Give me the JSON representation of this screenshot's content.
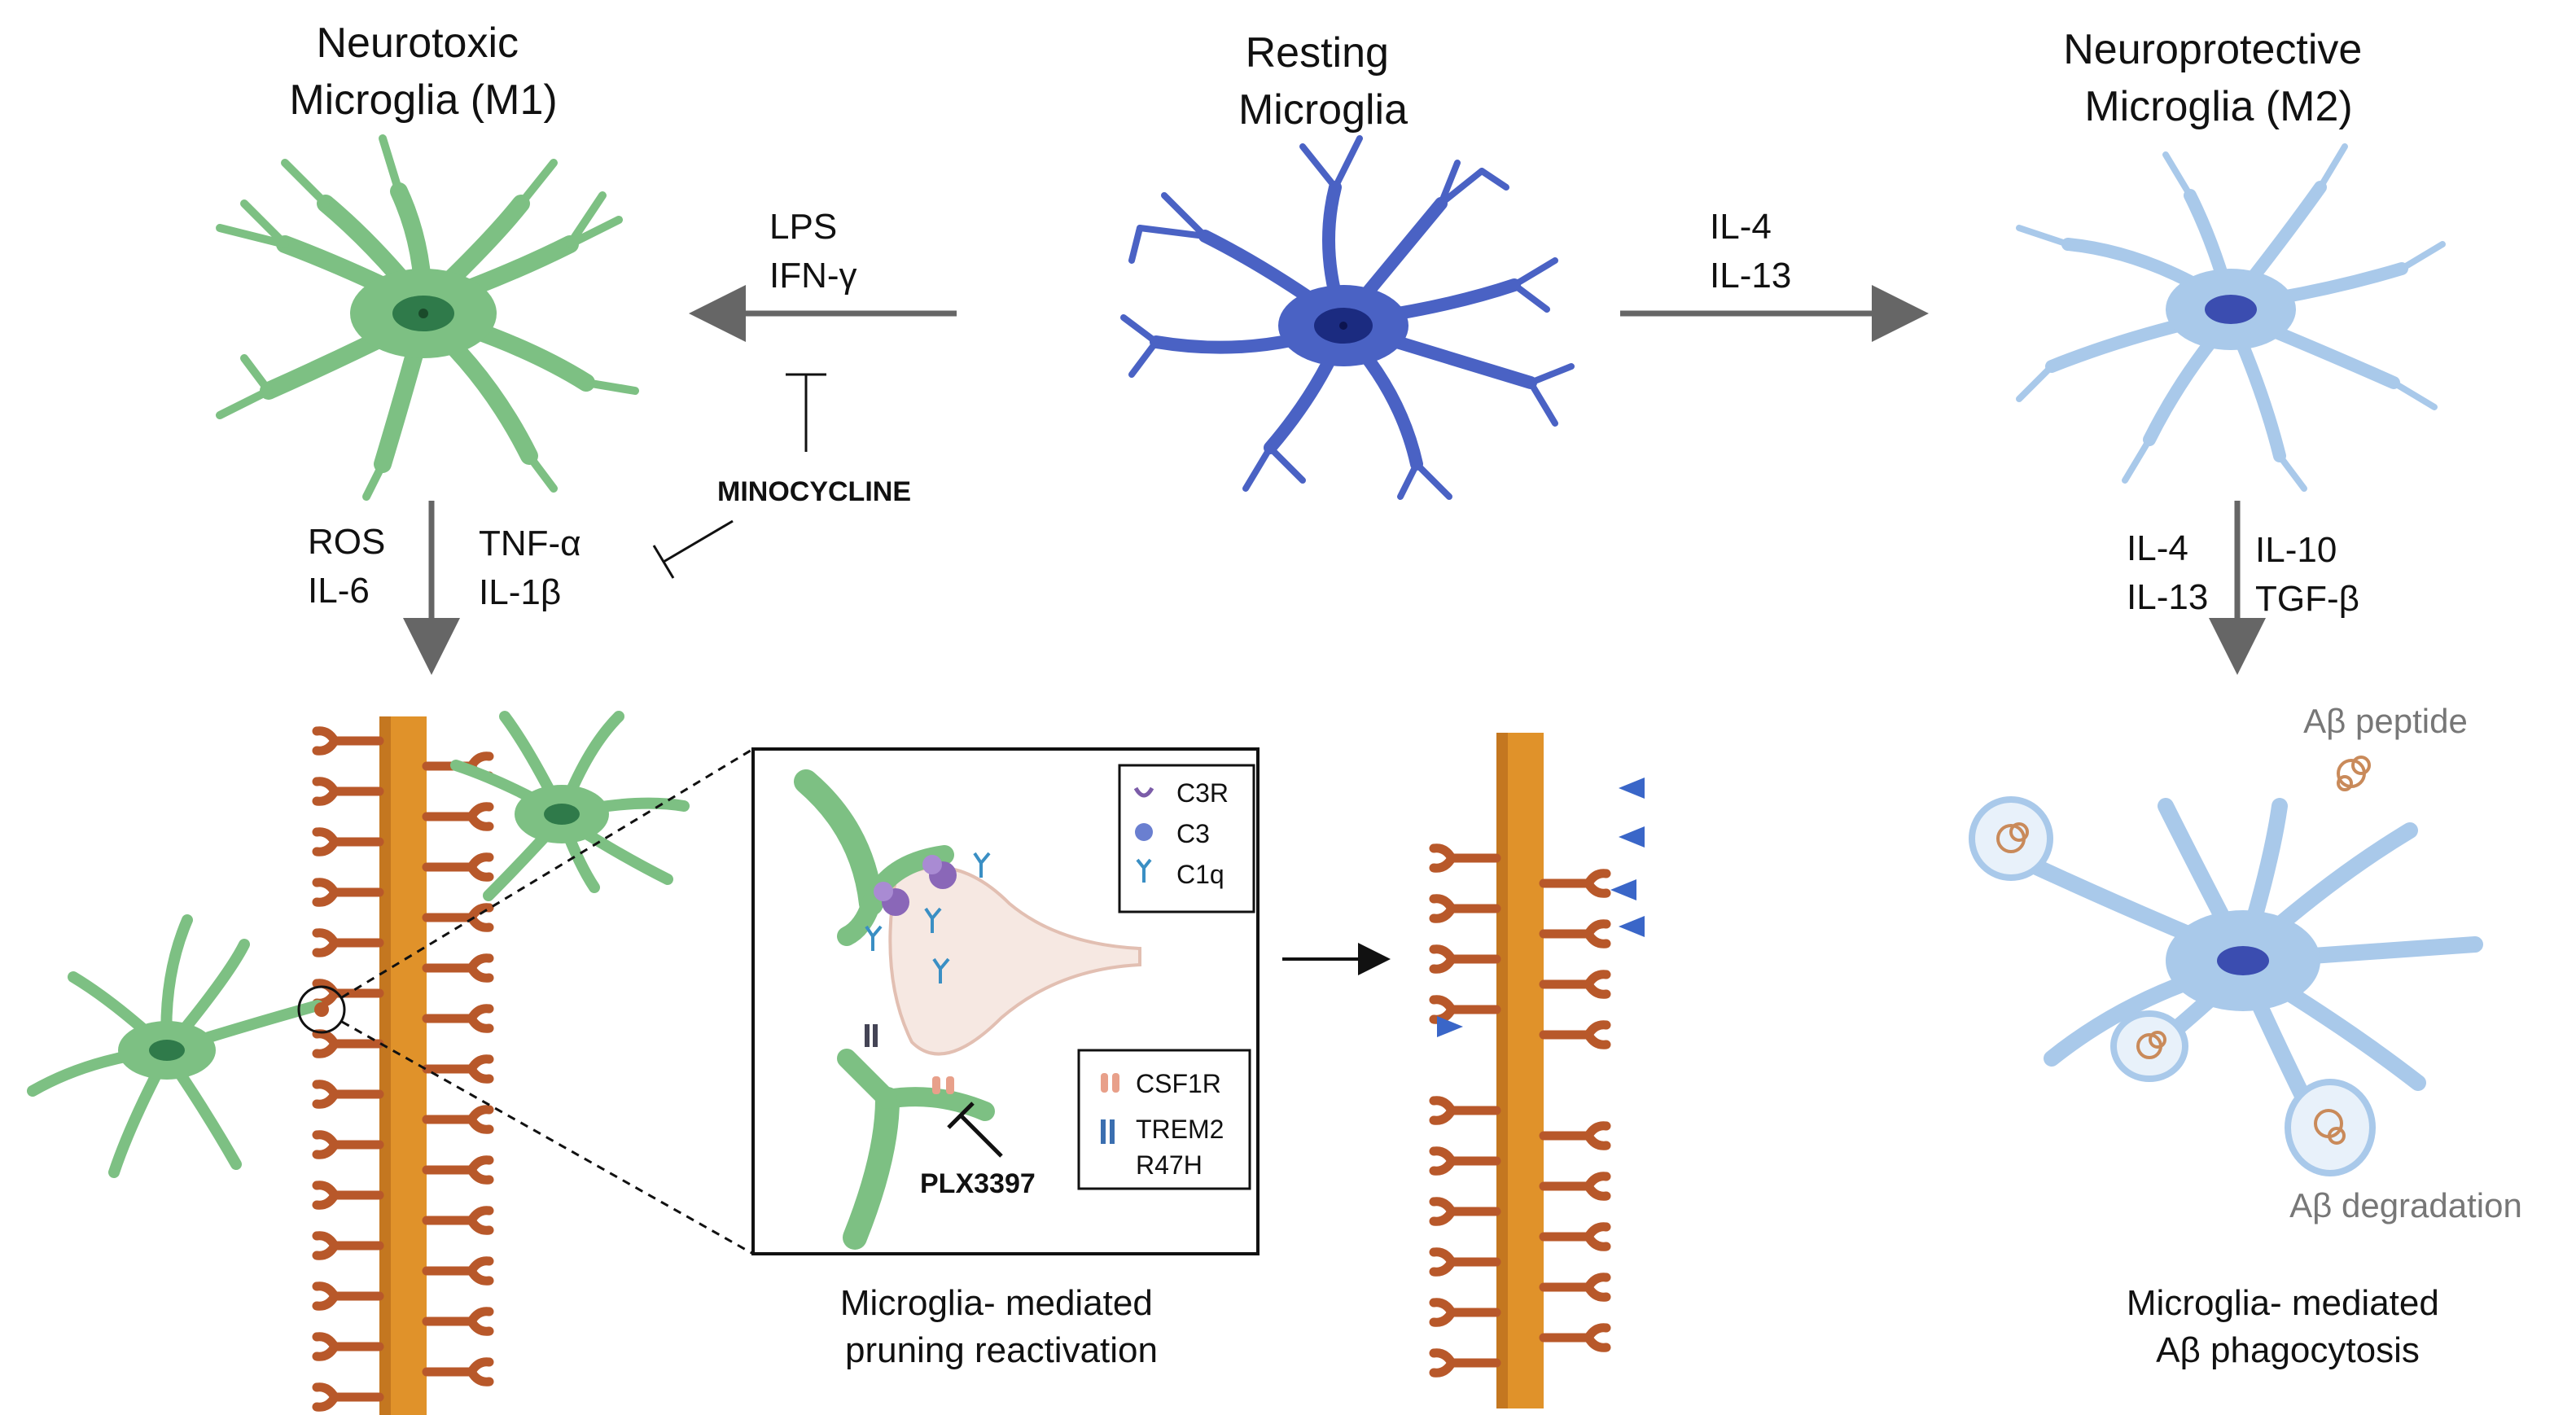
{
  "titles": {
    "m1": [
      "Neurotoxic",
      "Microglia (M1)"
    ],
    "resting": [
      "Resting",
      "Microglia"
    ],
    "m2": [
      "Neuroprotective",
      "Microglia  (M2)"
    ]
  },
  "arrows": {
    "to_m1": [
      "LPS",
      "IFN-γ"
    ],
    "to_m2": [
      "IL-4",
      "IL-13"
    ],
    "m1_down_left": [
      "ROS",
      "IL-6"
    ],
    "m1_down_right": [
      "TNF-α",
      "IL-1β"
    ],
    "m2_down_left": [
      "IL-4",
      "IL-13"
    ],
    "m2_down_right": [
      "IL-10",
      "TGF-β"
    ]
  },
  "inhibitor": "MINOCYCLINE",
  "drug": "PLX3397",
  "legend_top": [
    "C3R",
    "C3",
    "C1q"
  ],
  "legend_bottom": [
    "CSF1R",
    "TREM2",
    "R47H"
  ],
  "abeta": {
    "peptide": "Aβ peptide",
    "degradation": "Aβ degradation"
  },
  "captions": {
    "pruning": [
      "Microglia- mediated",
      "pruning reactivation"
    ],
    "phago": [
      "Microglia- mediated",
      "Aβ phagocytosis"
    ]
  },
  "colors": {
    "m1": "#7dc083",
    "m1_nucleus": "#2f7a4a",
    "resting": "#4a62c4",
    "resting_nucleus": "#1b2b80",
    "m2": "#a9c9ea",
    "m2_nucleus": "#3b4db0",
    "dendrite": "#e0922a",
    "spine": "#b8582a",
    "arrow": "#666666",
    "c3r": "#7b5ca8",
    "c1q": "#3a8fc4",
    "csf1r": "#e8a08a",
    "marker": "#3a66c8"
  }
}
